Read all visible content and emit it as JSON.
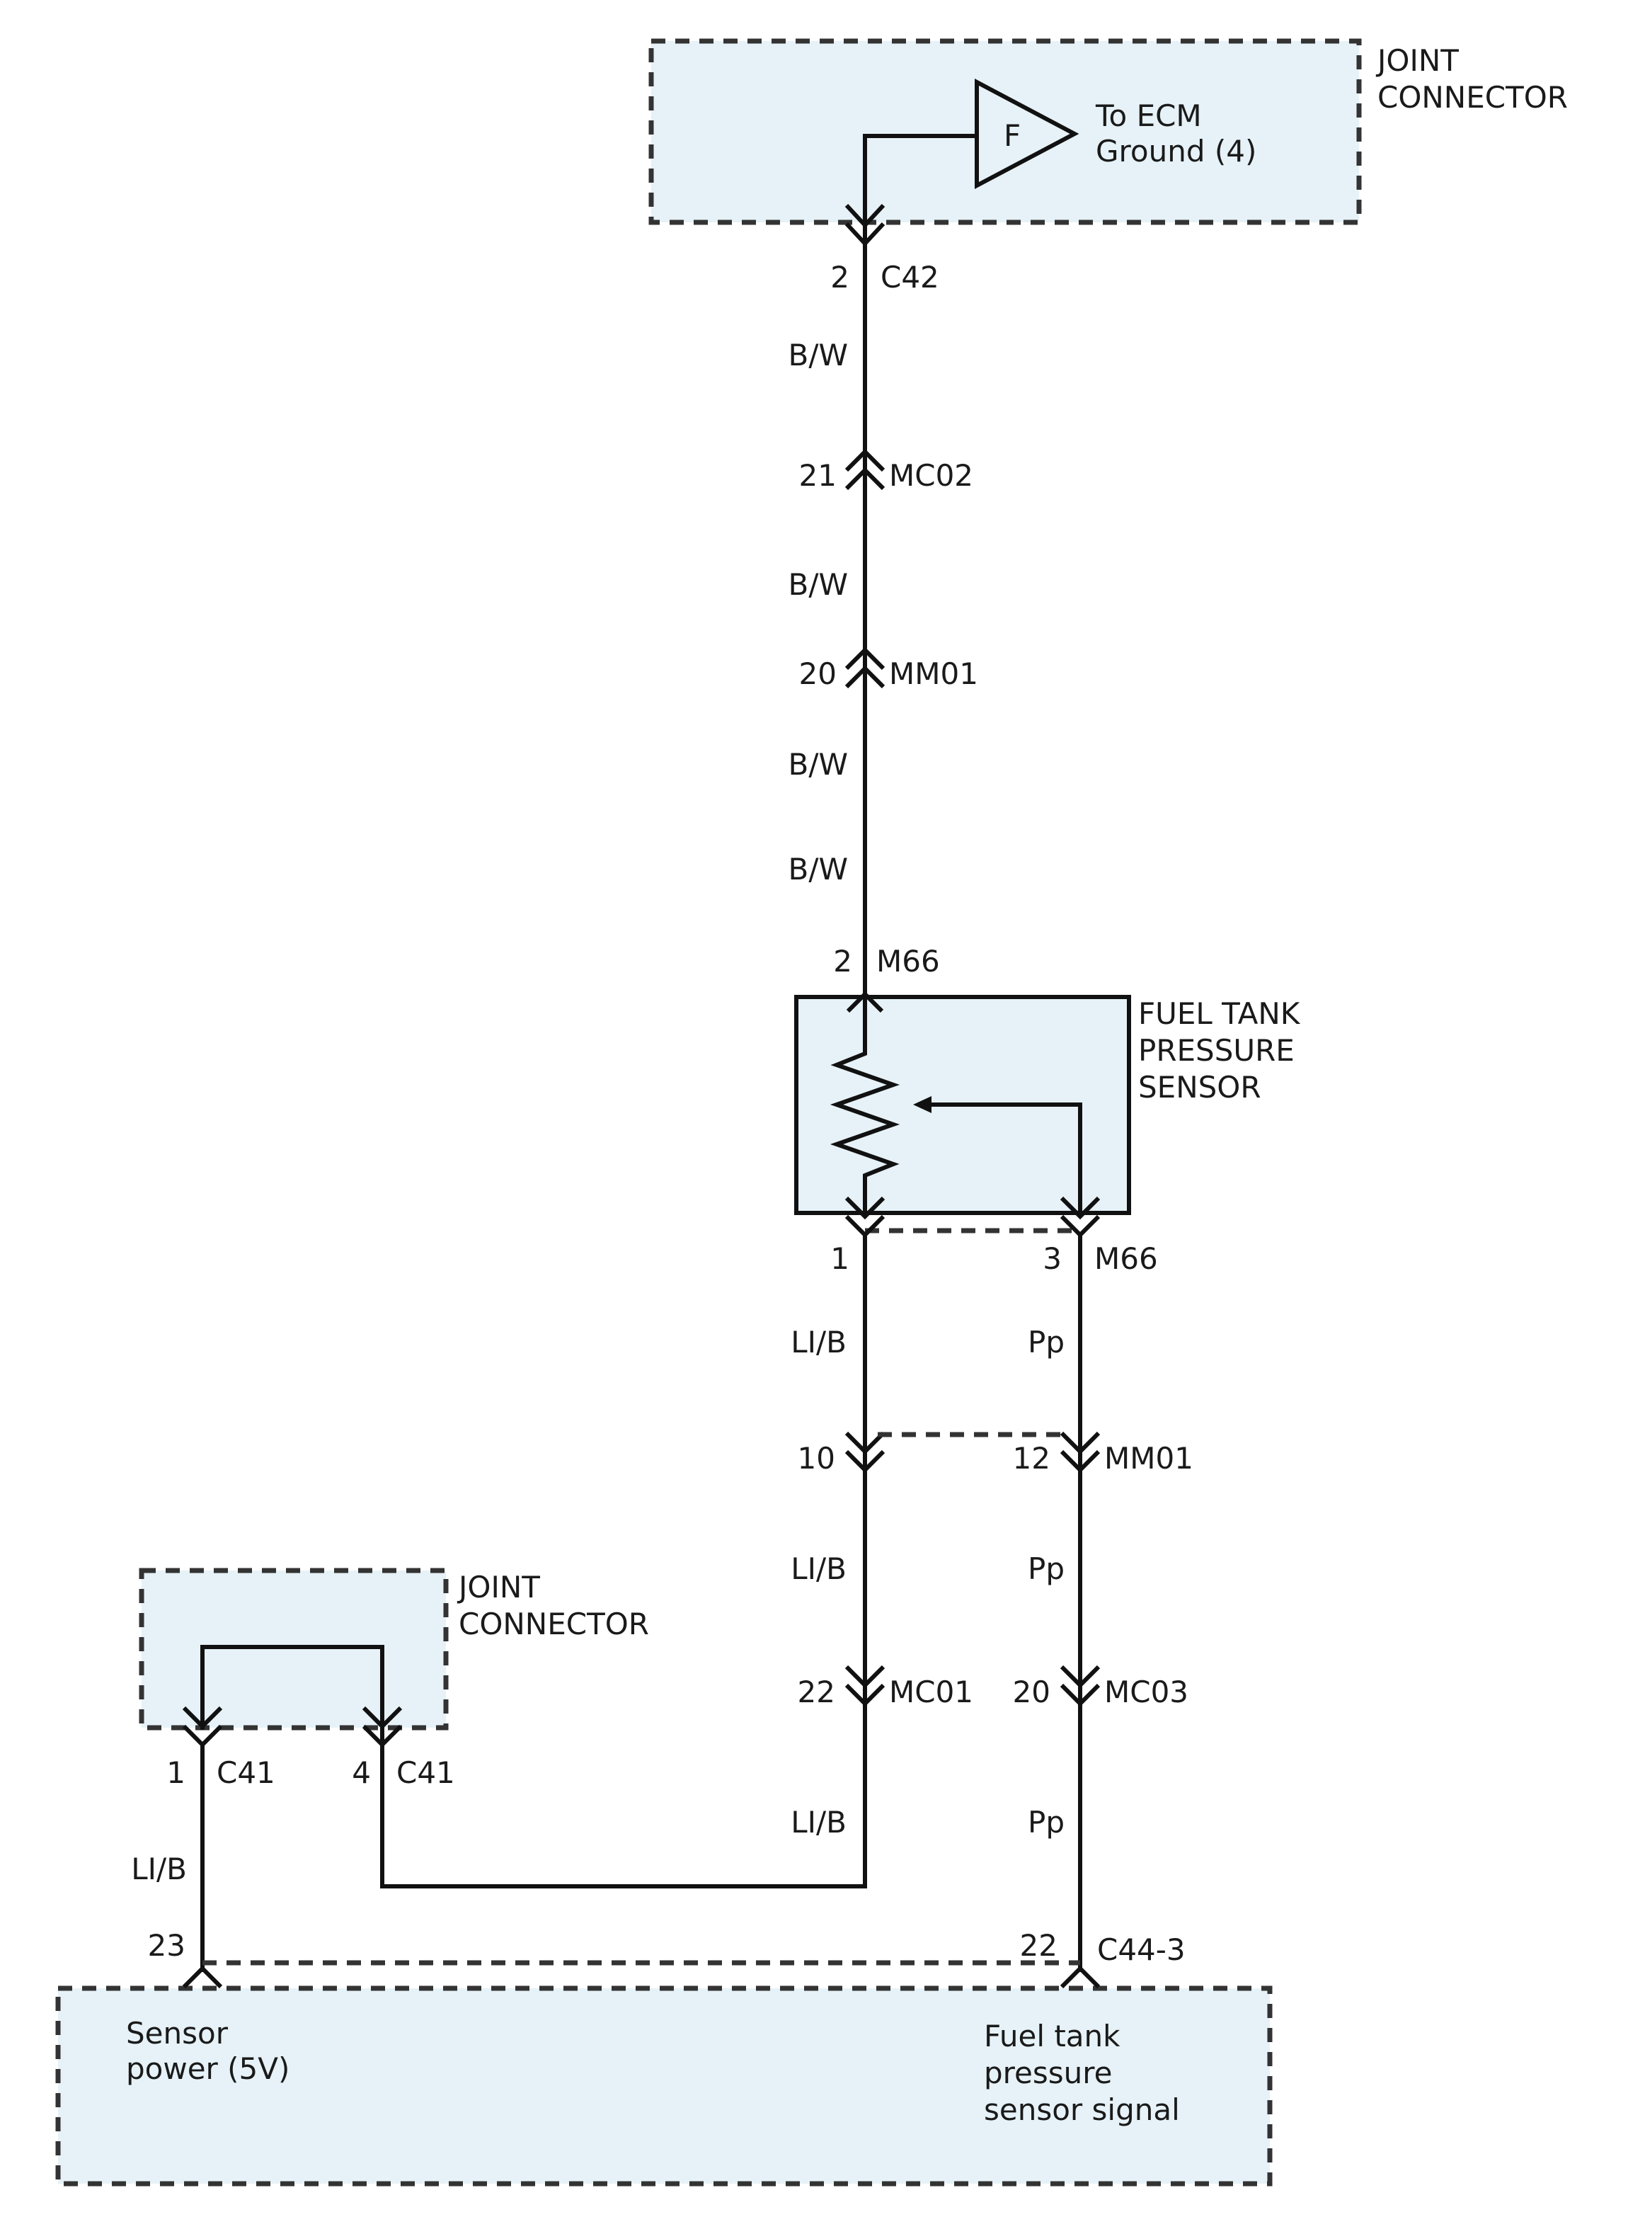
{
  "colors": {
    "box_fill": "#e6f2f7",
    "wire": "#111111",
    "dashed_outline": "#333333"
  },
  "top_joint_connector": {
    "label_line1": "JOINT",
    "label_line2": "CONNECTOR",
    "triangle_letter": "F",
    "dest_line1": "To ECM",
    "dest_line2": "Ground (4)"
  },
  "ground_wire": {
    "c42": {
      "pin": "2",
      "name": "C42"
    },
    "color_a": "B/W",
    "mc02": {
      "pin": "21",
      "name": "MC02"
    },
    "color_b": "B/W",
    "mm01": {
      "pin": "20",
      "name": "MM01"
    },
    "color_c": "B/W",
    "color_d": "B/W",
    "m66": {
      "pin": "2",
      "name": "M66"
    }
  },
  "sensor": {
    "label_line1": "FUEL TANK",
    "label_line2": "PRESSURE",
    "label_line3": "SENSOR",
    "pin_left": "1",
    "pin_right": "3",
    "connector": "M66"
  },
  "left_wire": {
    "color_a": "LI/B",
    "mm01_pin": "10",
    "color_b": "LI/B",
    "mc01_pin": "22",
    "mc01_name": "MC01",
    "color_c": "LI/B"
  },
  "right_wire": {
    "color_a": "Pp",
    "mm01_pin": "12",
    "mm01_name": "MM01",
    "color_b": "Pp",
    "mc03_pin": "20",
    "mc03_name": "MC03",
    "color_c": "Pp"
  },
  "bottom_joint_connector": {
    "label_line1": "JOINT",
    "label_line2": "CONNECTOR",
    "pin_a": "1",
    "name_a": "C41",
    "pin_b": "4",
    "name_b": "C41"
  },
  "sensor_power_wire": {
    "color": "LI/B",
    "ecm_pin": "23"
  },
  "signal_wire": {
    "ecm_pin": "22",
    "ecm_connector": "C44-3"
  },
  "ecm_box": {
    "power_line1": "Sensor",
    "power_line2": "power (5V)",
    "signal_line1": "Fuel tank",
    "signal_line2": "pressure",
    "signal_line3": "sensor signal"
  }
}
